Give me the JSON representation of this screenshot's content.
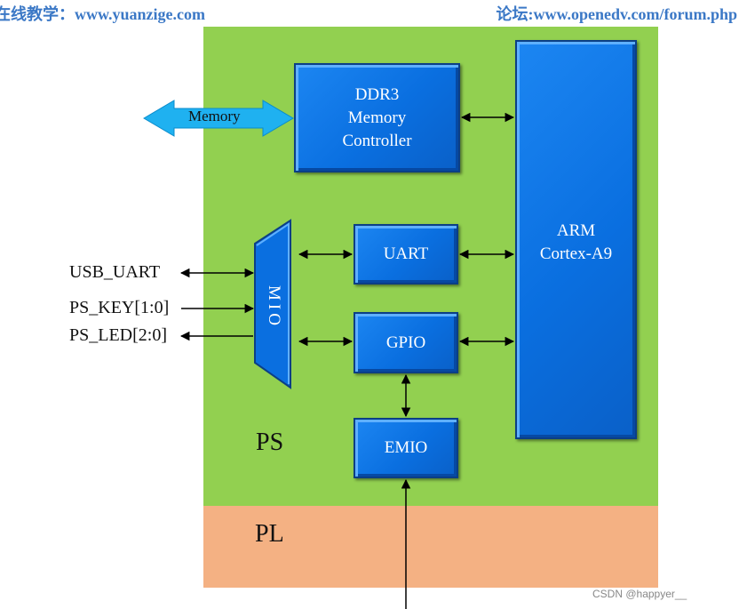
{
  "header": {
    "left": "在线教学：www.yuanzige.com",
    "right": "论坛:www.openedv.com/forum.php"
  },
  "regions": {
    "ps": "PS",
    "pl": "PL"
  },
  "blocks": {
    "ddr3": [
      "DDR3",
      "Memory",
      "Controller"
    ],
    "arm": [
      "ARM",
      "Cortex-A9"
    ],
    "uart": "UART",
    "gpio": "GPIO",
    "emio": "EMIO",
    "mio": "MIO"
  },
  "external": {
    "memory": "Memory",
    "usb_uart": "USB_UART",
    "ps_key": "PS_KEY[1:0]",
    "ps_led": "PS_LED[2:0]"
  },
  "colors": {
    "ps": "#92d050",
    "pl": "#f4b183",
    "block": "#0a6fe0",
    "memory_arrow": "#1fb1f0"
  },
  "watermark": "CSDN @happyer__"
}
